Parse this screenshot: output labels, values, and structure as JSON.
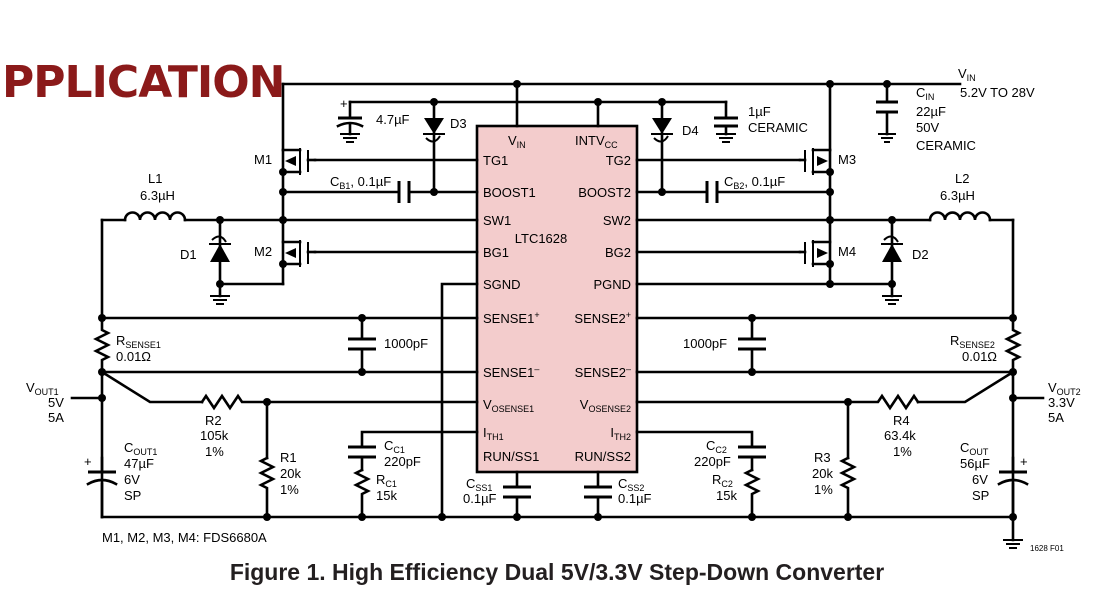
{
  "banner": "PPLICATION",
  "caption": "Figure 1. High Efficiency Dual 5V/3.3V Step-Down Converter",
  "figure_id": "1628 F01",
  "ic": {
    "name": "LTC1628",
    "pins_left": [
      "TG1",
      "BOOST1",
      "SW1",
      "BG1",
      "SGND",
      "SENSE1",
      "SENSE1",
      "V",
      "I",
      "RUN/SS1"
    ],
    "pins_right": [
      "TG2",
      "BOOST2",
      "SW2",
      "BG2",
      "PGND",
      "SENSE2",
      "SENSE2",
      "V",
      "I",
      "RUN/SS2"
    ],
    "top_left": "V",
    "top_left_sub": "IN",
    "top_right": "INTV",
    "top_right_sub": "CC",
    "vosense_sub1": "OSENSE1",
    "vosense_sub2": "OSENSE2",
    "ith_sub1": "TH1",
    "ith_sub2": "TH2",
    "sense_plus": "+",
    "sense_minus": "–"
  },
  "input": {
    "label": "V",
    "sub": "IN",
    "range": "5.2V TO 28V",
    "cap": {
      "name": "C",
      "sub": "IN",
      "value": "22µF",
      "voltage": "50V",
      "type": "CERAMIC"
    }
  },
  "components": {
    "c47": "4.7µF",
    "c1u": "1µF",
    "c1u_type": "CERAMIC",
    "d3": "D3",
    "d4": "D4",
    "d1": "D1",
    "d2": "D2",
    "m1": "M1",
    "m2": "M2",
    "m3": "M3",
    "m4": "M4",
    "cb1": "C",
    "cb1_sub": "B1",
    "cb1_val": ", 0.1µF",
    "cb2": "C",
    "cb2_sub": "B2",
    "cb2_val": ", 0.1µF",
    "l1": "L1",
    "l1_val": "6.3µH",
    "l2": "L2",
    "l2_val": "6.3µH",
    "rs1": "R",
    "rs1_sub": "SENSE1",
    "rs1_val": "0.01Ω",
    "rs2": "R",
    "rs2_sub": "SENSE2",
    "rs2_val": "0.01Ω",
    "c1000a": "1000pF",
    "c1000b": "1000pF",
    "r2": "R2",
    "r2_val": "105k",
    "r2_tol": "1%",
    "r1": "R1",
    "r1_val": "20k",
    "r1_tol": "1%",
    "r4": "R4",
    "r4_val": "63.4k",
    "r4_tol": "1%",
    "r3": "R3",
    "r3_val": "20k",
    "r3_tol": "1%",
    "cc1": "C",
    "cc1_sub": "C1",
    "cc1_val": "220pF",
    "rc1": "R",
    "rc1_sub": "C1",
    "rc1_val": "15k",
    "cc2": "C",
    "cc2_sub": "C2",
    "cc2_val": "220pF",
    "rc2": "R",
    "rc2_sub": "C2",
    "rc2_val": "15k",
    "css1": "C",
    "css1_sub": "SS1",
    "css1_val": "0.1µF",
    "css2": "C",
    "css2_sub": "SS2",
    "css2_val": "0.1µF",
    "cout1": "C",
    "cout1_sub": "OUT1",
    "cout1_val": "47µF",
    "cout1_v": "6V",
    "cout1_t": "SP",
    "cout2": "C",
    "cout2_sub": "OUT",
    "cout2_val": "56µF",
    "cout2_v": "6V",
    "cout2_t": "SP",
    "plus": "+"
  },
  "outputs": {
    "v1": "V",
    "v1_sub": "OUT1",
    "v1_val": "5V",
    "v1_cur": "5A",
    "v2": "V",
    "v2_sub": "OUT2",
    "v2_val": "3.3V",
    "v2_cur": "5A"
  },
  "note": "M1, M2, M3, M4: FDS6680A"
}
